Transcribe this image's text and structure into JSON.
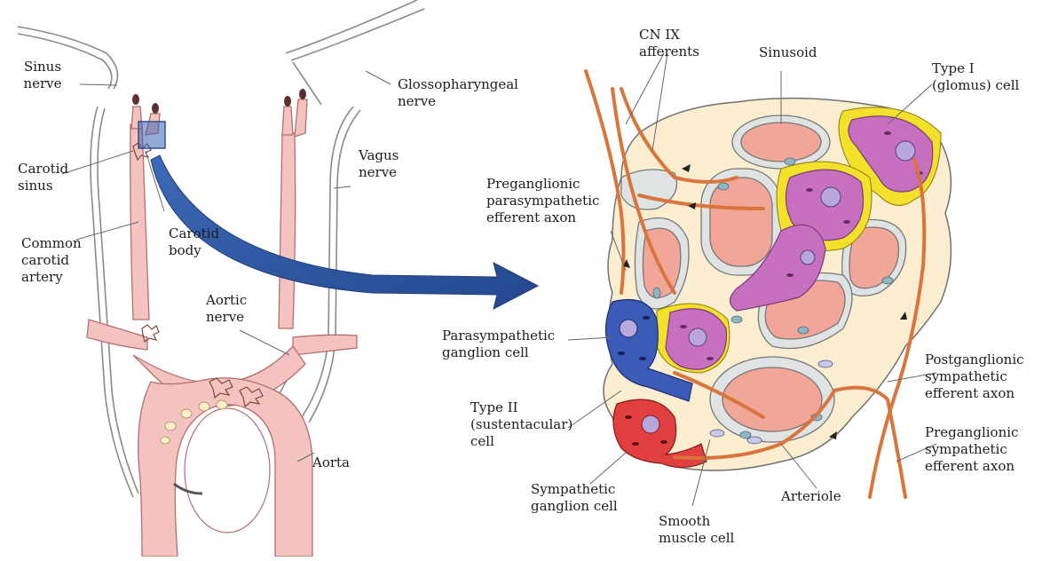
{
  "labels": {
    "sinus_nerve": [
      "Sinus",
      "nerve"
    ],
    "glossopharyngeal_nerve": [
      "Glossopharyngeal",
      "nerve"
    ],
    "carotid_sinus": [
      "Carotid",
      "sinus"
    ],
    "vagus_nerve": [
      "Vagus",
      "nerve"
    ],
    "carotid_body": [
      "Carotid",
      "body"
    ],
    "common_carotid_artery": [
      "Common",
      "carotid",
      "artery"
    ],
    "aortic_nerve": [
      "Aortic",
      "nerve"
    ],
    "aorta": [
      "Aorta"
    ],
    "cn_ix_afferents": [
      "CN IX",
      "afferents"
    ],
    "sinusoid": [
      "Sinusoid"
    ],
    "type_i_cell": [
      "Type I",
      "(glomus) cell"
    ],
    "preganglionic_parasympathetic": [
      "Preganglionic",
      "parasympathetic",
      "efferent axon"
    ],
    "parasympathetic_ganglion_cell": [
      "Parasympathetic",
      "ganglion cell"
    ],
    "type_ii_cell": [
      "Type II",
      "(sustentacular)",
      "cell"
    ],
    "postganglionic_sympathetic": [
      "Postganglionic",
      "sympathetic",
      "efferent axon"
    ],
    "preganglionic_sympathetic": [
      "Preganglionic",
      "sympathetic",
      "efferent axon"
    ],
    "sympathetic_ganglion_cell": [
      "Sympathetic",
      "ganglion cell"
    ],
    "smooth_muscle_cell": [
      "Smooth",
      "muscle cell"
    ],
    "arteriole": [
      "Arteriole"
    ]
  },
  "colors": {
    "artery": "#f4c3c0",
    "artery_outline": "#b07070",
    "nerve": "#777777",
    "tissue": "#fbedd0",
    "tissue_outline": "#707070",
    "sinusoid": "#f2a698",
    "endothelium": "#d9dfe0",
    "glomus_cell": "#c870c0",
    "glomus_nucleus": "#b7a7da",
    "parasympathetic_cell": "#3c5ab8",
    "sympathetic_cell": "#e04040",
    "sustentacular": "#f3e02a",
    "axon": "#d9743c",
    "big_arrow": "#2f5aa6"
  }
}
